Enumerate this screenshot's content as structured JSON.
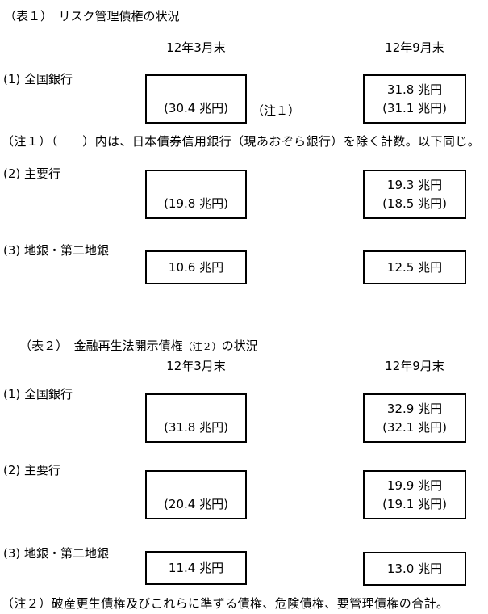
{
  "colors": {
    "text": "#000000",
    "background": "#ffffff",
    "box_border": "#000000"
  },
  "table1": {
    "title": "（表１）　リスク管理債権の状況",
    "columns": [
      "12年3月末",
      "12年9月末"
    ],
    "side_note_ref": "（注１）",
    "note": "（注１）（　　）内は、日本債券信用銀行（現あおぞら銀行）を除く計数。以下同じ。",
    "rows": [
      {
        "label": "(1) 全国銀行",
        "mar_end": {
          "line1": "",
          "line2": "(30.4 兆円)"
        },
        "sep_end": {
          "line1": "31.8 兆円",
          "line2": "(31.1 兆円)"
        }
      },
      {
        "label": "(2) 主要行",
        "mar_end": {
          "line1": "",
          "line2": "(19.8 兆円)"
        },
        "sep_end": {
          "line1": "19.3 兆円",
          "line2": "(18.5 兆円)"
        }
      },
      {
        "label": "(3) 地銀・第二地銀",
        "mar_end": {
          "value": "10.6 兆円"
        },
        "sep_end": {
          "value": "12.5 兆円"
        }
      }
    ]
  },
  "table2": {
    "title_main": "（表２）　金融再生法開示債権",
    "title_note_ref": "（注２）",
    "title_tail": "の状況",
    "columns": [
      "12年3月末",
      "12年9月末"
    ],
    "note": "（注２）破産更生債権及びこれらに準ずる債権、危険債権、要管理債権の合計。",
    "rows": [
      {
        "label": "(1) 全国銀行",
        "mar_end": {
          "line1": "",
          "line2": "(31.8 兆円)"
        },
        "sep_end": {
          "line1": "32.9 兆円",
          "line2": "(32.1 兆円)"
        }
      },
      {
        "label": "(2) 主要行",
        "mar_end": {
          "line1": "",
          "line2": "(20.4 兆円)"
        },
        "sep_end": {
          "line1": "19.9 兆円",
          "line2": "(19.1 兆円)"
        }
      },
      {
        "label": "(3) 地銀・第二地銀",
        "mar_end": {
          "value": "11.4 兆円"
        },
        "sep_end": {
          "value": "13.0 兆円"
        }
      }
    ]
  }
}
